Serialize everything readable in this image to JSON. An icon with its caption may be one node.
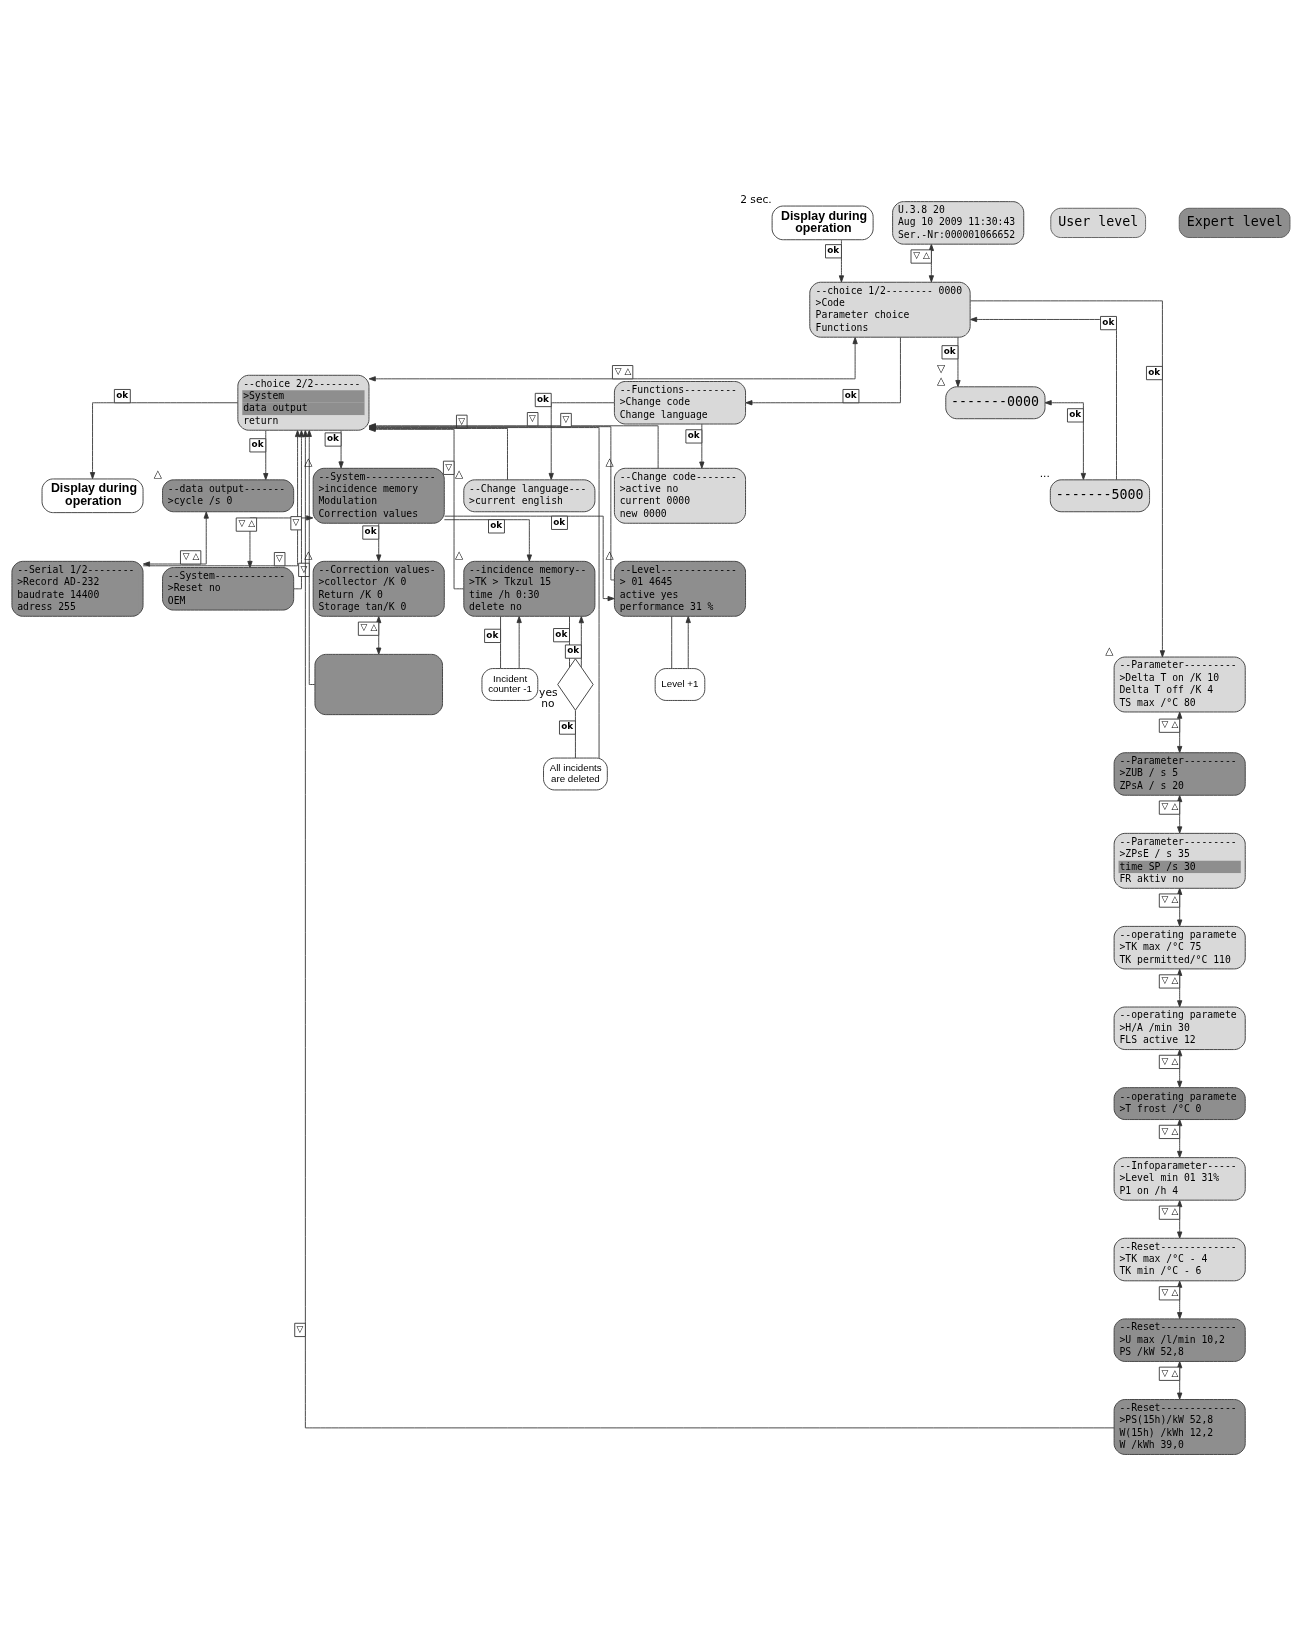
{
  "diagram": {
    "nodes": [
      {
        "text": [
          "Display during operation"
        ],
        "beside": [
          "2 sec."
        ]
      },
      {
        "text": [
          "U.3.8 20",
          "Aug 10 2009 11:30:43",
          "Ser.-Nr:000001066652"
        ]
      },
      {
        "text": [
          "--choice 1/2-------- 0000",
          ">Code",
          "Parameter choice",
          "Functions"
        ]
      },
      {
        "text": [
          "--choice 2/2--------",
          ">System",
          "data output",
          "return"
        ]
      },
      {
        "text": [
          "Display during operation"
        ]
      },
      {
        "text": [
          "-------0000"
        ],
        "beside": [
          "▽",
          "△"
        ]
      },
      {
        "text": [
          "-------5000"
        ],
        "beside": [
          "..."
        ]
      },
      {
        "text": [
          "--Functions---------",
          ">Change code",
          "Change language"
        ]
      },
      {
        "text": [
          "--Change language---",
          ">current english"
        ],
        "beside": [
          "△"
        ]
      },
      {
        "text": [
          "--Change code-------",
          ">active no",
          "current 0000",
          "new 0000"
        ],
        "beside": [
          "△"
        ]
      },
      {
        "text": [
          "--data output-------",
          ">cycle /s 0"
        ],
        "beside": [
          "△"
        ]
      },
      {
        "text": [
          "--Serial 1/2--------",
          ">Record AD-232",
          "baudrate 14400",
          "adress 255"
        ]
      },
      {
        "text": [
          "--System------------",
          ">incidence memory",
          "Modulation",
          "Correction values"
        ],
        "beside": [
          "△"
        ]
      },
      {
        "text": [
          "--System------------",
          ">Reset no",
          "OEM"
        ]
      },
      {
        "text": [
          "--Correction values-",
          ">collector /K 0",
          "Return /K 0",
          "Storage tan/K 0"
        ],
        "beside": [
          "△"
        ]
      },
      {
        "text": [],
        "shape": "box"
      },
      {
        "text": [
          "--incidence memory--",
          ">TK > Tkzul 15",
          "time /h 0:30",
          "delete no"
        ],
        "beside": [
          "△"
        ]
      },
      {
        "text": [
          "Incident counter -1"
        ]
      },
      {
        "text": [],
        "shape": "diamond",
        "beside": [
          "yes",
          "no"
        ]
      },
      {
        "text": [
          "All incidents are deleted"
        ]
      },
      {
        "text": [
          "--Level-------------",
          "> 01 4645",
          "active yes",
          "performance 31 %"
        ],
        "beside": [
          "△"
        ]
      },
      {
        "text": [
          "Level +1"
        ]
      },
      {
        "text": [
          "--Parameter---------",
          ">Delta T on /K 10",
          "Delta T off /K 4",
          "TS max /°C 80"
        ],
        "beside": [
          "△"
        ]
      },
      {
        "text": [
          "--Parameter---------",
          ">ZUB / s 5",
          "ZPsA / s 20"
        ]
      },
      {
        "text": [
          "--Parameter---------",
          ">ZPsE / s 35",
          "time SP /s 30",
          "FR aktiv no"
        ]
      },
      {
        "text": [
          "--operating paramete",
          ">TK max /°C 75",
          "TK permitted/°C 110"
        ]
      },
      {
        "text": [
          "--operating paramete",
          ">H/A /min 30",
          "FLS active 12"
        ]
      },
      {
        "text": [
          "--operating paramete",
          ">T frost /°C 0"
        ]
      },
      {
        "text": [
          "--Infoparameter-----",
          ">Level min 01 31%",
          "P1 on /h 4"
        ]
      },
      {
        "text": [
          "--Reset-------------",
          ">TK max /°C - 4",
          "TK min /°C - 6"
        ]
      },
      {
        "text": [
          "--Reset-------------",
          ">U max /l/min 10,2",
          "PS /kW 52,8"
        ]
      },
      {
        "text": [
          "--Reset-------------",
          ">PS(15h)/kW 52,8",
          "W(15h) /kWh 12,2",
          "W /kWh 39,0"
        ]
      }
    ],
    "edges": [
      {
        "from": 0,
        "to": 2,
        "arrow": "to",
        "label": "ok"
      },
      {
        "from": 1,
        "to": 2,
        "arrow": "both",
        "label": "▽ △"
      },
      {
        "from": 2,
        "to": 3,
        "arrow": "both",
        "label": "▽ △"
      },
      {
        "from": 2,
        "to": 5,
        "arrow": "to",
        "label": "ok"
      },
      {
        "from": 5,
        "to": 6,
        "arrow": "both",
        "label": "ok"
      },
      {
        "from": 6,
        "to": 2,
        "arrow": "to",
        "label": "ok"
      },
      {
        "from": 2,
        "to": 22,
        "arrow": "to",
        "label": "ok"
      },
      {
        "from": 2,
        "to": 7,
        "arrow": "to",
        "label": "ok"
      },
      {
        "from": 7,
        "to": 9,
        "arrow": "to",
        "label": "ok"
      },
      {
        "from": 7,
        "to": 8,
        "arrow": "to",
        "label": "ok"
      },
      {
        "from": 3,
        "to": 12,
        "arrow": "to",
        "label": "ok"
      },
      {
        "from": 3,
        "to": 10,
        "arrow": "to",
        "label": "ok"
      },
      {
        "from": 3,
        "to": 4,
        "arrow": "to",
        "label": "ok"
      },
      {
        "from": 10,
        "to": 11,
        "arrow": "both",
        "label": "▽ △"
      },
      {
        "from": 12,
        "to": 13,
        "arrow": "both",
        "label": "▽ △"
      },
      {
        "from": 12,
        "to": 16,
        "arrow": "to",
        "label": "ok"
      },
      {
        "from": 12,
        "to": 20,
        "arrow": "to",
        "label": "ok"
      },
      {
        "from": 12,
        "to": 14,
        "arrow": "to",
        "label": "ok"
      },
      {
        "from": 14,
        "to": 15,
        "arrow": "both",
        "label": "▽ △"
      },
      {
        "from": 16,
        "to": 17,
        "arrow": "none",
        "label": "ok"
      },
      {
        "from": 17,
        "to": 16,
        "arrow": "to"
      },
      {
        "from": 16,
        "to": 18,
        "arrow": "none",
        "label": "ok"
      },
      {
        "from": 18,
        "to": 19,
        "arrow": "none",
        "label": "ok"
      },
      {
        "from": 18,
        "to": 16,
        "arrow": "to",
        "label": "ok"
      },
      {
        "from": 20,
        "to": 21,
        "arrow": "none"
      },
      {
        "from": 21,
        "to": 20,
        "arrow": "to"
      },
      {
        "from": 22,
        "to": 23,
        "arrow": "both",
        "label": "▽ △"
      },
      {
        "from": 23,
        "to": 24,
        "arrow": "both",
        "label": "▽ △"
      },
      {
        "from": 24,
        "to": 25,
        "arrow": "both",
        "label": "▽ △"
      },
      {
        "from": 25,
        "to": 26,
        "arrow": "both",
        "label": "▽ △"
      },
      {
        "from": 26,
        "to": 27,
        "arrow": "both",
        "label": "▽ △"
      },
      {
        "from": 27,
        "to": 28,
        "arrow": "both",
        "label": "▽ △"
      },
      {
        "from": 28,
        "to": 29,
        "arrow": "both",
        "label": "▽ △"
      },
      {
        "from": 29,
        "to": 30,
        "arrow": "both",
        "label": "▽ △"
      },
      {
        "from": 30,
        "to": 31,
        "arrow": "both",
        "label": "▽ △"
      },
      {
        "from": 31,
        "to": 3,
        "arrow": "to",
        "label": "▽"
      },
      {
        "from": 9,
        "to": 3,
        "arrow": "to",
        "label": "▽"
      },
      {
        "from": 8,
        "to": 3,
        "arrow": "to",
        "label": "▽"
      },
      {
        "from": 16,
        "to": 3,
        "arrow": "to",
        "label": "▽"
      },
      {
        "from": 19,
        "to": 3,
        "arrow": "to"
      },
      {
        "from": 20,
        "to": 3,
        "arrow": "to",
        "label": "▽"
      },
      {
        "from": 15,
        "to": 3,
        "arrow": "to",
        "label": "▽"
      },
      {
        "from": 13,
        "to": 3,
        "arrow": "to",
        "label": "▽"
      },
      {
        "from": 11,
        "to": 3,
        "arrow": "to",
        "label": "▽"
      }
    ],
    "legend": [
      {
        "text": "User level",
        "color": "#d9d9d9"
      },
      {
        "text": "Expert level",
        "color": "#8e8e8e"
      }
    ]
  }
}
